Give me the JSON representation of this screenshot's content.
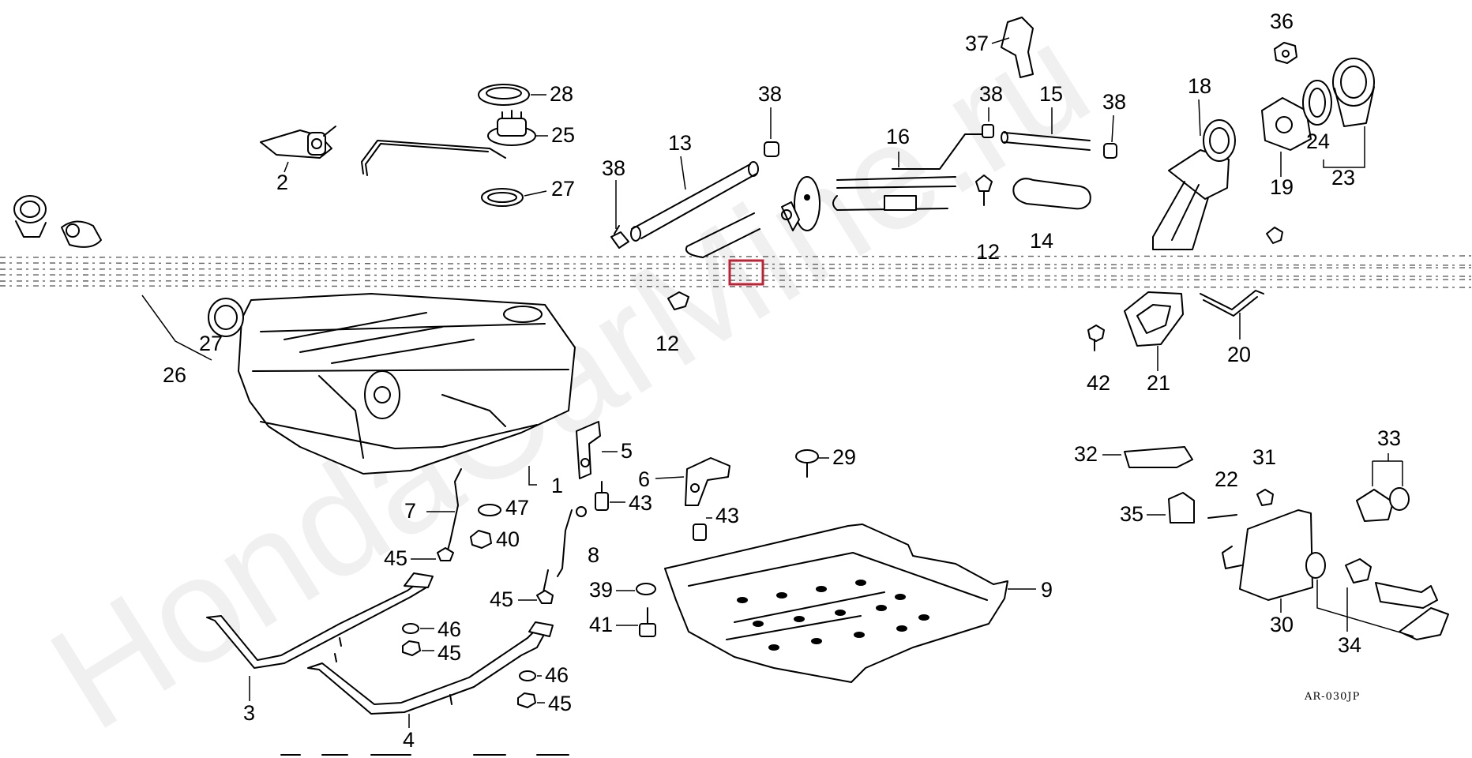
{
  "diagram": {
    "code": "AR-030JP",
    "watermark": "HondaCarMine.ru",
    "callouts": {
      "p1": "1",
      "p2": "2",
      "p3": "3",
      "p4": "4",
      "p5": "5",
      "p6": "6",
      "p7": "7",
      "p8": "8",
      "p9": "9",
      "p12a": "12",
      "p12b": "12",
      "p13": "13",
      "p14": "14",
      "p15": "15",
      "p16": "16",
      "p18": "18",
      "p19": "19",
      "p20": "20",
      "p21": "21",
      "p22": "22",
      "p23": "23",
      "p24": "24",
      "p25": "25",
      "p26": "26",
      "p27a": "27",
      "p27b": "27",
      "p28": "28",
      "p29": "29",
      "p30": "30",
      "p31": "31",
      "p32": "32",
      "p33": "33",
      "p34": "34",
      "p35": "35",
      "p36": "36",
      "p37": "37",
      "p38a": "38",
      "p38b": "38",
      "p38c": "38",
      "p38d": "38",
      "p39": "39",
      "p40": "40",
      "p41": "41",
      "p42": "42",
      "p43a": "43",
      "p43b": "43",
      "p45a": "45",
      "p45b": "45",
      "p45c": "45",
      "p45d": "45",
      "p46a": "46",
      "p46b": "46",
      "p47": "47"
    }
  },
  "highlight_color": "#c21f32"
}
